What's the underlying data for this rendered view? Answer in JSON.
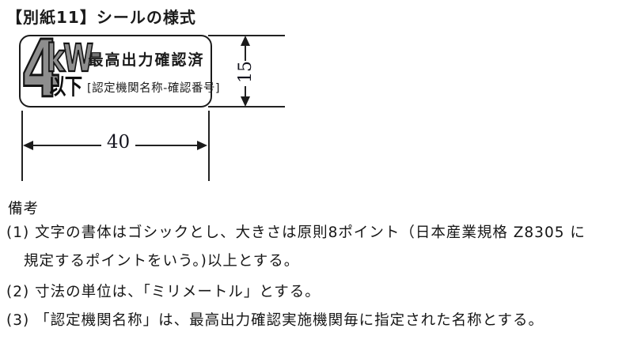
{
  "title": "【別紙11】シールの様式",
  "seal": {
    "logo": {
      "big": "4",
      "unit": "kW",
      "below": "以下"
    },
    "claim": "最高出力確認済",
    "org_placeholder": "[認定機関名称-確認番号]"
  },
  "dimensions": {
    "width_label": "40",
    "height_label": "15"
  },
  "notes": {
    "heading": "備考",
    "items": [
      {
        "lines": [
          "(1)  文字の書体はゴシックとし、大きさは原則8ポイント（日本産業規格 Z8305 に",
          "規定するポイントをいう。)以上とする。"
        ]
      },
      {
        "lines": [
          "(2)  寸法の単位は、「ミリメートル」とする。"
        ]
      },
      {
        "lines": [
          "(3) 「認定機関名称」は、最高出力確認実施機関毎に指定された名称とする。"
        ]
      }
    ]
  },
  "colors": {
    "logo_gray": "#8e8e8e",
    "line_black": "#1b1b1b",
    "background": "#ffffff"
  }
}
